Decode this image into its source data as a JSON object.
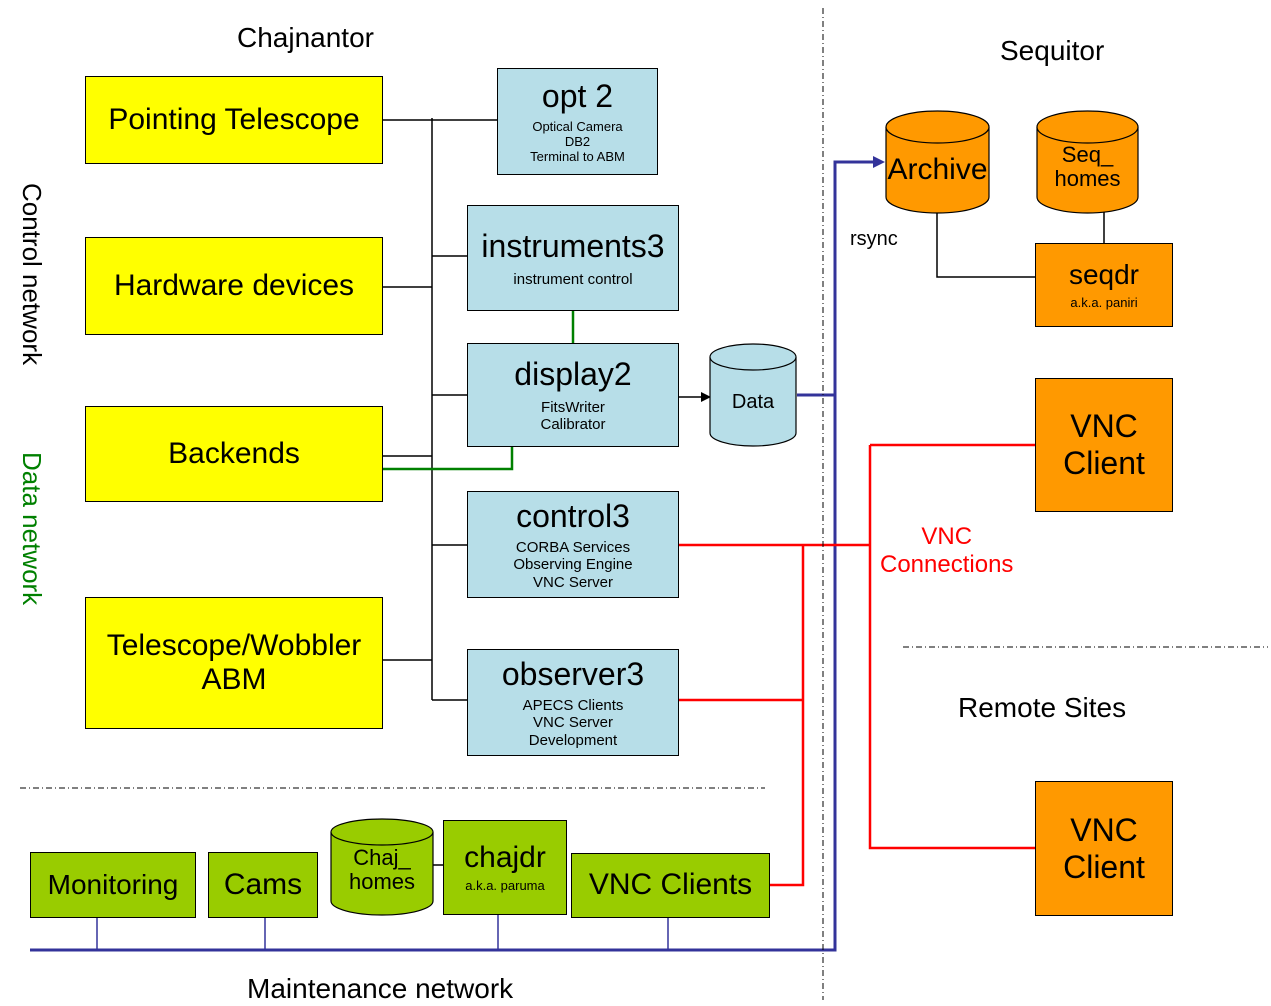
{
  "regions": {
    "chajnantor": "Chajnantor",
    "sequitor": "Sequitor",
    "remote_sites": "Remote Sites",
    "maintenance_network": "Maintenance network"
  },
  "side_labels": {
    "control_network": "Control network",
    "data_network": "Data network"
  },
  "devices": {
    "pointing_telescope": "Pointing Telescope",
    "hardware_devices": "Hardware devices",
    "backends": "Backends",
    "telescope_wobbler": [
      "Telescope/Wobbler",
      "ABM"
    ]
  },
  "servers": {
    "opt2": {
      "name": "opt 2",
      "lines": [
        "Optical Camera",
        "DB2",
        "Terminal to ABM"
      ]
    },
    "instruments3": {
      "name": "instruments3",
      "lines": [
        "instrument control"
      ]
    },
    "display2": {
      "name": "display2",
      "lines": [
        "FitsWriter",
        "Calibrator"
      ]
    },
    "control3": {
      "name": "control3",
      "lines": [
        "CORBA Services",
        "Observing Engine",
        "VNC Server"
      ]
    },
    "observer3": {
      "name": "observer3",
      "lines": [
        "APECS Clients",
        "VNC Server",
        "Development"
      ]
    }
  },
  "storage": {
    "data": "Data",
    "archive": "Archive",
    "seq_homes": [
      "Seq_",
      "homes"
    ],
    "chaj_homes": [
      "Chaj_",
      "homes"
    ]
  },
  "sequitor_nodes": {
    "seqdr": {
      "name": "seqdr",
      "sub": "a.k.a. paniri"
    }
  },
  "maintenance_nodes": {
    "monitoring": "Monitoring",
    "cams": "Cams",
    "chajdr": {
      "name": "chajdr",
      "sub": "a.k.a. paruma"
    },
    "vnc_clients": "VNC Clients"
  },
  "vnc_client_boxes": [
    [
      "VNC",
      "Client"
    ],
    [
      "VNC",
      "Client"
    ]
  ],
  "annotations": {
    "rsync": "rsync",
    "vnc_connections": [
      "VNC",
      "Connections"
    ]
  },
  "colors": {
    "device_yellow": "#ffff00",
    "server_cyan": "#b7dee8",
    "sequitor_orange": "#ff9900",
    "maintenance_green": "#99cc00",
    "data_network_green": "#008000",
    "maintenance_network_blue": "#33339a",
    "vnc_red": "#ff0000"
  }
}
